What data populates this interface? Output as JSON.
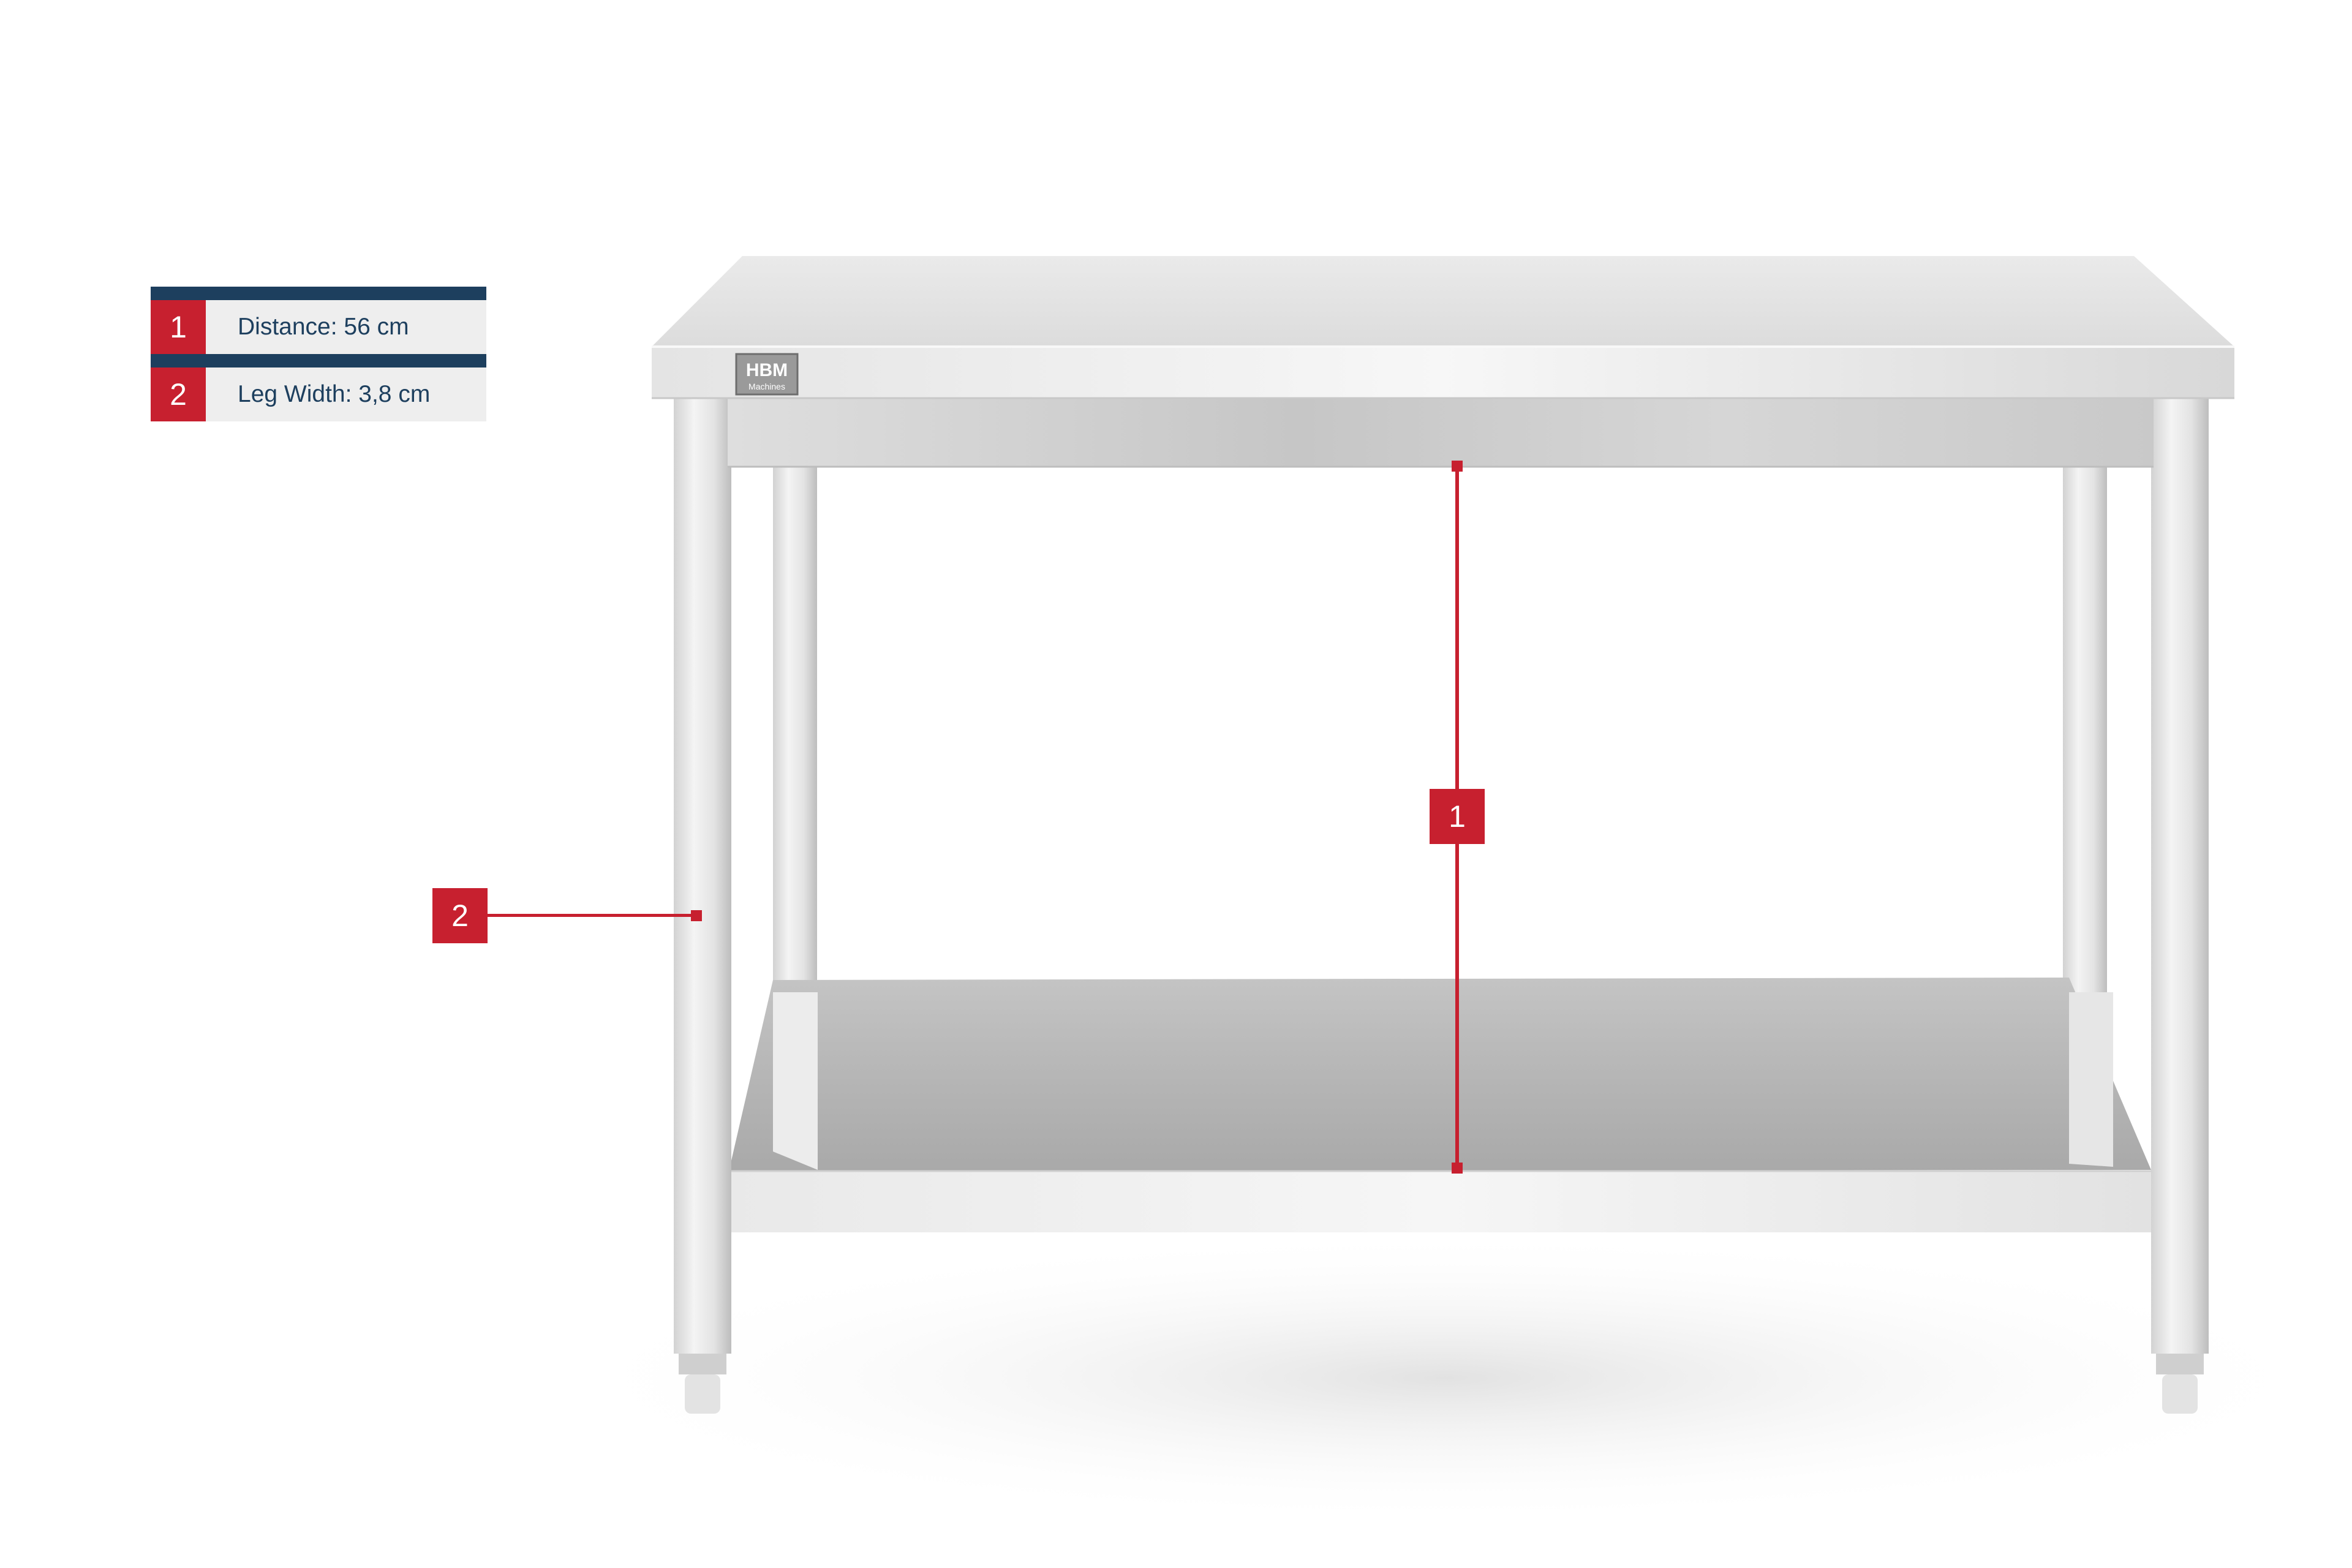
{
  "colors": {
    "accent_red": "#c7202f",
    "navy": "#1d3f5e",
    "legend_bg": "#eeeeee",
    "steel_light": "#f1f1f1",
    "steel_mid": "#d9d9d9",
    "steel_dark": "#b5b5b5"
  },
  "legend": {
    "items": [
      {
        "number": "1",
        "label": "Distance: 56 cm"
      },
      {
        "number": "2",
        "label": "Leg Width: 3,8 cm"
      }
    ]
  },
  "logo": {
    "brand": "HBM",
    "sub": "Machines"
  },
  "callouts": {
    "distance": {
      "number": "1"
    },
    "leg_width": {
      "number": "2"
    }
  }
}
